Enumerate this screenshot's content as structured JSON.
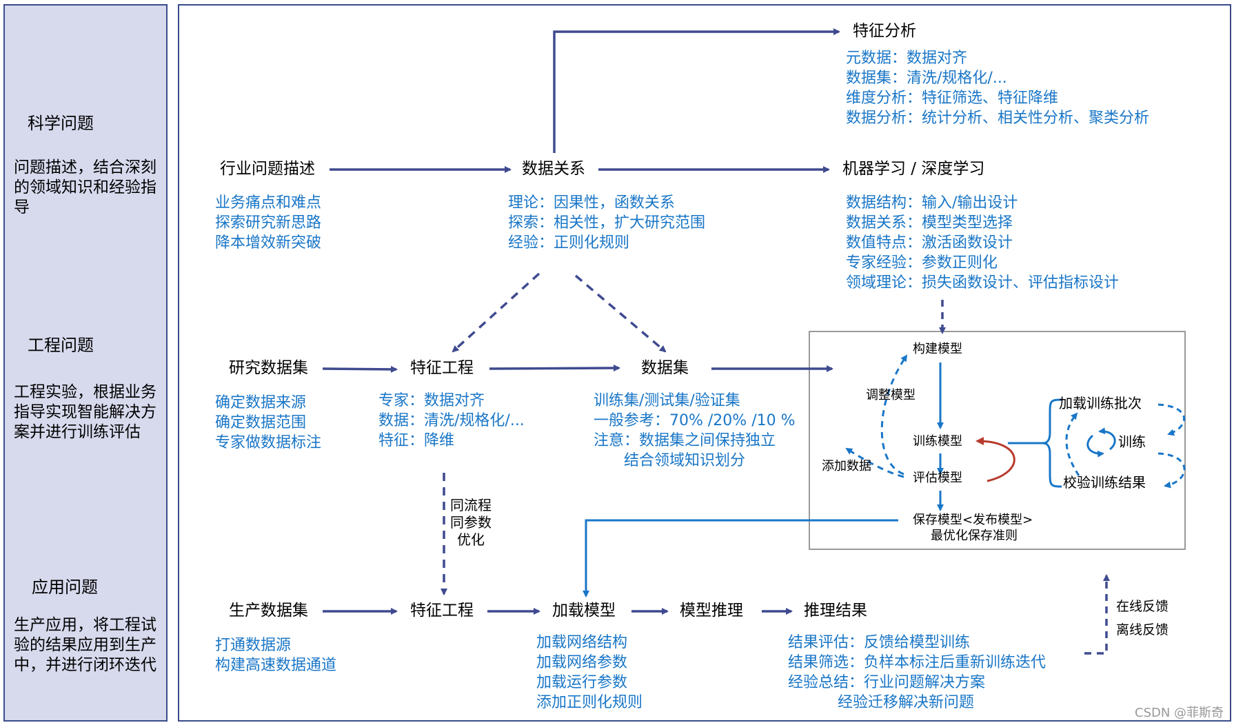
{
  "left": {
    "science": {
      "title": "科学问题",
      "desc": "问题描述，结合深刻的领域知识和经验指导"
    },
    "engineering": {
      "title": "工程问题",
      "desc": "工程实验，根据业务指导实现智能解决方案并进行训练评估"
    },
    "application": {
      "title": "应用问题",
      "desc": "生产应用，将工程试验的结果应用到生产中，并进行闭环迭代"
    }
  },
  "row1": {
    "industry": {
      "title": "行业问题描述",
      "lines": [
        "业务痛点和难点",
        "探索研究新思路",
        "降本增效新突破"
      ]
    },
    "relation": {
      "title": "数据关系",
      "lines": [
        "理论：因果性，函数关系",
        "探索：相关性，扩大研究范围",
        "经验：正则化规则"
      ]
    },
    "feature_analysis": {
      "title": "特征分析",
      "lines": [
        "元数据：数据对齐",
        "数据集：清洗/规格化/...",
        "维度分析：特征筛选、特征降维",
        "数据分析：统计分析、相关性分析、聚类分析"
      ]
    },
    "ml": {
      "title": "机器学习 / 深度学习",
      "lines": [
        "数据结构：输入/输出设计",
        "数据关系：模型类型选择",
        "数值特点：激活函数设计",
        "专家经验：参数正则化",
        "领域理论：损失函数设计、评估指标设计"
      ]
    }
  },
  "row2": {
    "research": {
      "title": "研究数据集",
      "lines": [
        "确定数据来源",
        "确定数据范围",
        "专家做数据标注"
      ]
    },
    "feature_eng": {
      "title": "特征工程",
      "lines": [
        "专家：数据对齐",
        "数据：清洗/规格化/...",
        "特征：降维"
      ]
    },
    "dataset": {
      "title": "数据集",
      "lines": [
        "训练集/测试集/验证集",
        "一般参考：70% /20% /10 %",
        "注意：数据集之间保持独立",
        "结合领域知识划分"
      ]
    }
  },
  "model_box": {
    "build": "构建模型",
    "adjust": "调整模型",
    "train": "训练模型",
    "add_data": "添加数据",
    "eval": "评估模型",
    "save": "保存模型<发布模型>",
    "save_rule": "最优化保存准则",
    "load_batch": "加载训练批次",
    "train_loop": "训练",
    "check": "校验训练结果"
  },
  "same_flow": [
    "同流程",
    "同参数",
    "优化"
  ],
  "row3": {
    "production": {
      "title": "生产数据集",
      "lines": [
        "打通数据源",
        "构建高速数据通道"
      ]
    },
    "feature_eng": {
      "title": "特征工程"
    },
    "load_model": {
      "title": "加载模型",
      "lines": [
        "加载网络结构",
        "加载网络参数",
        "加载运行参数",
        "添加正则化规则"
      ]
    },
    "inference": {
      "title": "模型推理"
    },
    "result": {
      "title": "推理结果",
      "lines": [
        "结果评估：反馈给模型训练",
        "结果筛选：负样本标注后重新训练迭代",
        "经验总结：行业问题解决方案",
        "经验迁移解决新问题"
      ]
    }
  },
  "feedback": {
    "online": "在线反馈",
    "offline": "离线反馈"
  },
  "watermark": "CSDN @菲斯奇",
  "colors": {
    "arrow": "#3f4a8f",
    "blue": "#1976c7",
    "red": "#b83a2c",
    "panel": "#d7daed"
  }
}
